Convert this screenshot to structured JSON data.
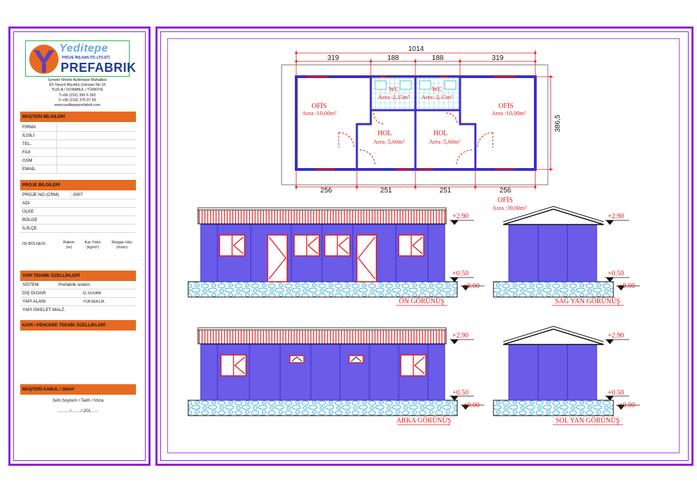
{
  "company": {
    "name_top": "Yeditepe",
    "name_sub": "PROJE İNŞ.SAN.TİC.LTD.ŞTİ.",
    "name_bottom": "PREFABRIK",
    "address_lines": [
      "İçmeler Mevkii Aydıntepe Mahallesi",
      "E5 Yanyol Akyıldız Çıkmazı No:10",
      "TUZLA / İSTANBUL / TÜRKİYE",
      "T:+90 (216) 392 6 392",
      "F:+90 (216) 375 07 69",
      "www.yeditepeprefabrik.com"
    ]
  },
  "customer": {
    "header": "MÜŞTERİ BİLGİLERİ",
    "fields": [
      "FİRMA",
      "İLGİLİ",
      "TEL.",
      "FAX",
      "GSM",
      "EMAİL"
    ]
  },
  "project": {
    "header": "PROJE BİLGİLERİ",
    "fields": [
      {
        "label": "PROJE NO (CRM)",
        "value": "0007"
      },
      {
        "label": "ADI",
        "value": ""
      },
      {
        "label": "ÜLKE",
        "value": ""
      },
      {
        "label": "BÖLGE",
        "value": ""
      },
      {
        "label": "İL/İLÇE",
        "value": ""
      }
    ],
    "isi_label": "ISI BÖLGESİ",
    "rakim": "Rakım (m)",
    "kar": "Kar Yükü (kg/m²)",
    "ruzgar": "Rüzgar Hızı (m/sn)"
  },
  "technical": {
    "header": "YAPI TEKNİK ÖZELLİKLERİ",
    "sistem_label": "SİSTEM",
    "sistem_value": "Prefabrik sistem",
    "dis_duvar": "DIŞ DUVAR",
    "ic_duvar": "İÇ DUVAR",
    "yapi_alani": "YAPI ALANI",
    "yukseklik": "YÜKSEKLİK",
    "iskelet": "YAPI İSKELET MALZ."
  },
  "door_window": {
    "header": "KAPI / PENCERE TEKNİK ÖZELLİKLERİ"
  },
  "approval": {
    "header": "MÜŞTERİ KABUL / ONAY",
    "line": "İsim Soyisim / Tarih / İmza",
    "date": "........../......../.201......"
  },
  "plan": {
    "total_width": "1014",
    "top_dims": [
      "319",
      "188",
      "188",
      "319"
    ],
    "bottom_dims": [
      "256",
      "251",
      "251",
      "256"
    ],
    "depth": "386,5",
    "rooms": [
      {
        "name": "OFİS",
        "area": "Area :10,00m²"
      },
      {
        "name": "WC",
        "area": "Area :2,15m²"
      },
      {
        "name": "WC",
        "area": "Area :2,15m²"
      },
      {
        "name": "OFİS",
        "area": "Area :10,00m²"
      },
      {
        "name": "HOL",
        "area": "Area :5,60m²"
      },
      {
        "name": "HOL",
        "area": "Area :5,60m²"
      },
      {
        "name": "OFİS",
        "area": "Area :39,00m²"
      }
    ]
  },
  "elevations": {
    "front": "ÖN GÖRÜNÜŞ",
    "right": "SAĞ YAN GÖRÜNÜŞ",
    "back": "ARKA GÖRÜNÜŞ",
    "left": "SOL YAN GÖRÜNÜŞ",
    "level_top": "+2.90",
    "level_mid": "+0.50",
    "level_zero": "±0.00"
  },
  "colors": {
    "frame": "#8b22d6",
    "wall": "#6a5be8",
    "header_orange": "#e66a22",
    "dim_red": "#e01818"
  }
}
